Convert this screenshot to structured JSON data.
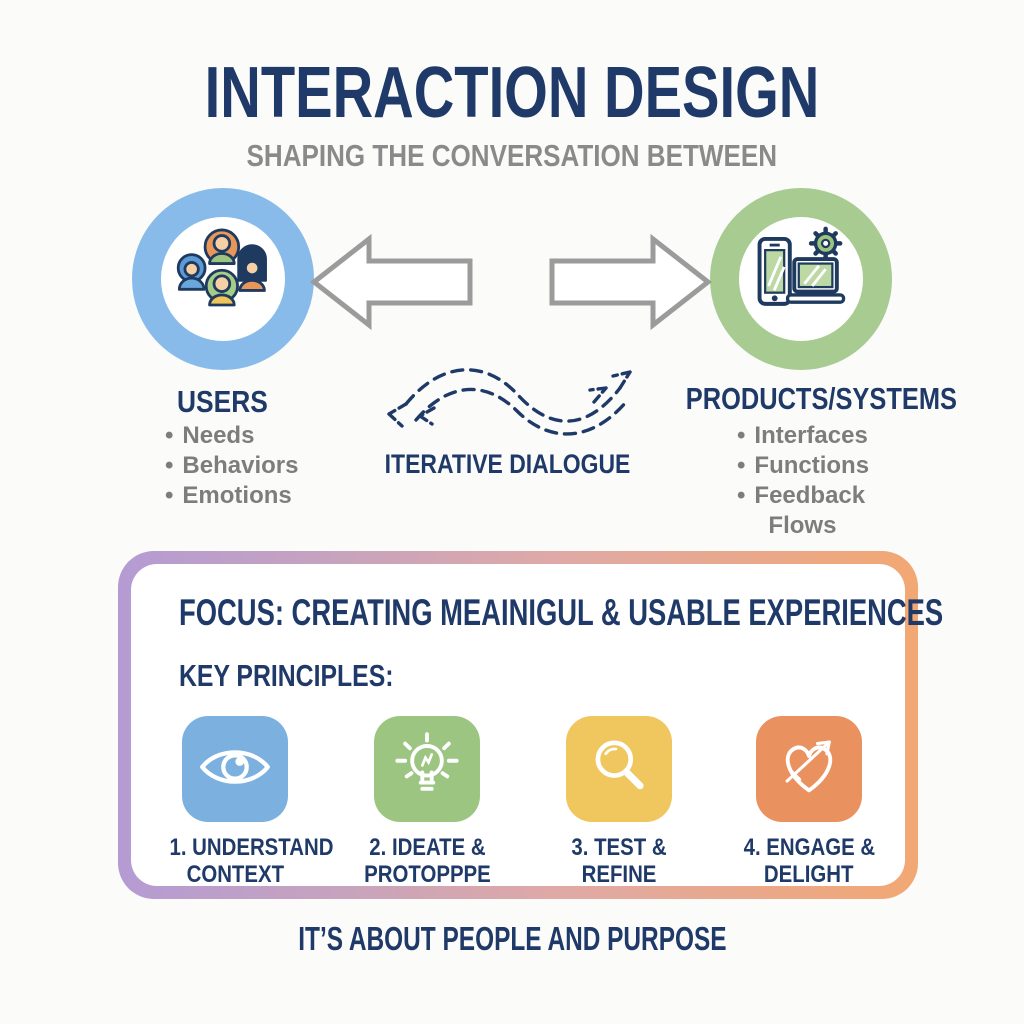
{
  "header": {
    "title": "INTERACTION DESIGN",
    "subtitle": "SHAPING THE CONVERSATION BETWEEN"
  },
  "users": {
    "label": "USERS",
    "icon": "users-group-icon",
    "items": [
      "Needs",
      "Behaviors",
      "Emotions"
    ]
  },
  "products": {
    "label": "PRODUCTS/SYSTEMS",
    "icon": "devices-icon",
    "items": [
      "Interfaces",
      "Functions",
      "Feedback",
      "Flows"
    ]
  },
  "dialogue": {
    "label": "ITERATIVE DIALOGUE",
    "icon": "dashed-wave-double-arrow-icon"
  },
  "focus_box": {
    "focus_heading": "FOCUS: CREATING MEAINIGUL & USABLE EXPERIENCES",
    "key_principles_heading": "KEY PRINCIPLES:",
    "principles": [
      {
        "line1": "1. UNDERSTAND",
        "line2": "CONTEXT",
        "icon": "eye-icon",
        "tile_color": "#7cb1df"
      },
      {
        "line1": "2. IDEATE &",
        "line2": "PROTOPPPE",
        "icon": "lightbulb-icon",
        "tile_color": "#9cc581"
      },
      {
        "line1": "3. TEST &",
        "line2": "REFINE",
        "icon": "magnifier-icon",
        "tile_color": "#f0c65e"
      },
      {
        "line1": "4. ENGAGE &",
        "line2": "DELIGHT",
        "icon": "heart-arrow-icon",
        "tile_color": "#e9925f"
      }
    ]
  },
  "footer": {
    "tagline": "IT’S ABOUT PEOPLE AND PURPOSE"
  },
  "palette": {
    "navy_text": "#1f3a68",
    "gray_text": "#7d7d7d",
    "subtitle_gray": "#8a8a8a",
    "users_ring_blue": "#88bbe9",
    "products_ring_green": "#a7cb90",
    "arrow_outline_gray": "#9b9b9b",
    "border_gradient_left_purple": "#b49bd3",
    "border_gradient_mid_pink": "#dfa9a6",
    "border_gradient_right_orange": "#f2a873"
  }
}
